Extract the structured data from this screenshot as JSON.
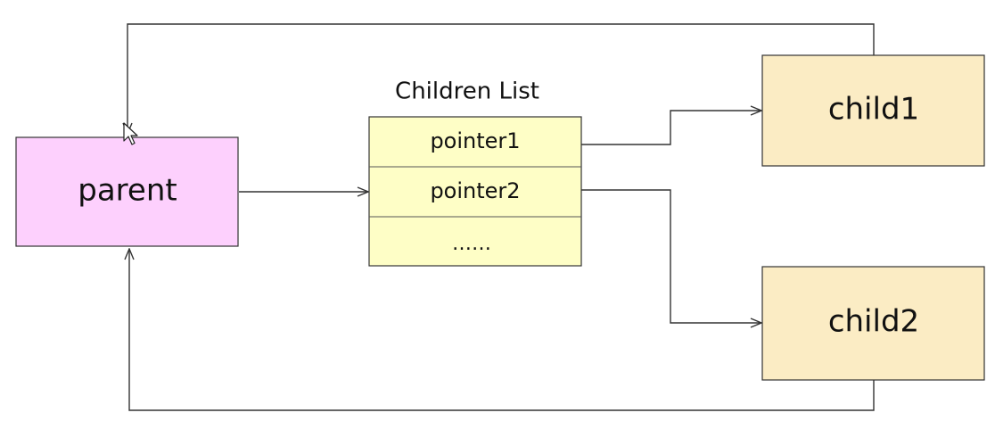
{
  "diagram": {
    "list_title": "Children List",
    "parent_label": "parent",
    "list_items": [
      "pointer1",
      "pointer2",
      "……"
    ],
    "child1_label": "child1",
    "child2_label": "child2"
  },
  "colors": {
    "parent_fill": "#fdd0fd",
    "list_fill": "#fefec6",
    "child_fill": "#fbecc4",
    "stroke": "#333333"
  }
}
